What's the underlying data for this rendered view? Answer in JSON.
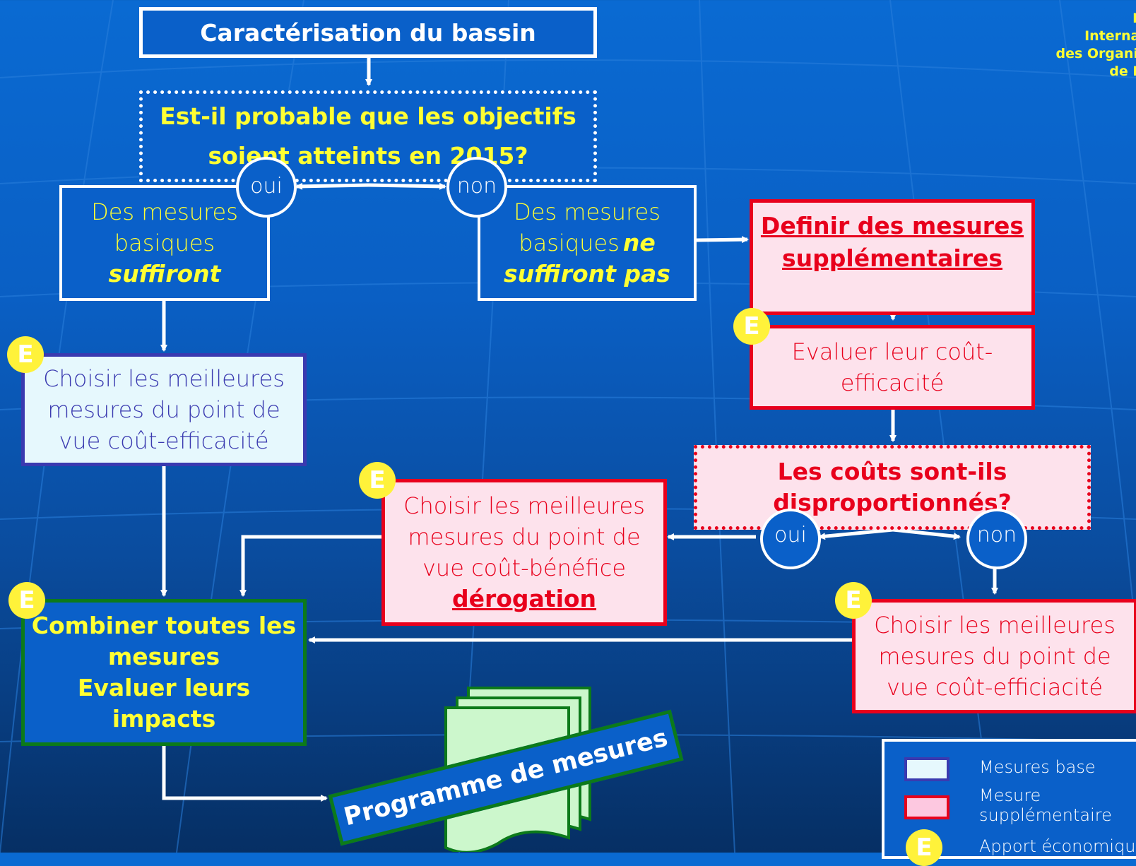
{
  "logo": {
    "line1": "Rés",
    "line2": "Internatio",
    "line3": "des Organism",
    "line4": "de Bas"
  },
  "nodes": {
    "caract": "Caractérisation du bassin",
    "question1": {
      "line1": "Est-il probable que les objectifs",
      "line2": "soient atteints en 2015?"
    },
    "oui1": "oui",
    "non1": "non",
    "basic_ok": {
      "line1": "Des mesures",
      "line2": "basiques",
      "line3": "suffiront"
    },
    "basic_no": {
      "line1": "Des mesures",
      "line2a": "basiques",
      "line2b": "ne",
      "line3": "suffiront pas"
    },
    "definir": {
      "line1": "Definir des mesures",
      "line2": "supplémentaires"
    },
    "evaluer": {
      "line1": "Evaluer leur coût-",
      "line2": "efficacité"
    },
    "choisir_base": {
      "line1": "Choisir les meilleures",
      "line2": "mesures du point de",
      "line3": "vue coût-efficacité"
    },
    "question2": {
      "line1": "Les coûts sont-ils",
      "line2": "disproportionnés?"
    },
    "oui2": "oui",
    "non2": "non",
    "choisir_benefice": {
      "line1": "Choisir les meilleures",
      "line2": "mesures du point de",
      "line3": "vue coût-bénéfice",
      "line4": "dérogation"
    },
    "combiner": {
      "line1": "Combiner toutes les",
      "line2": "mesures",
      "line3": "Evaluer leurs",
      "line4": "impacts"
    },
    "choisir_supp": {
      "line1": "Choisir les meilleures",
      "line2": "mesures du point de",
      "line3": "vue coût-efficiacité"
    },
    "programme": "Programme de mesures"
  },
  "badge_letter": "E",
  "legend": {
    "base": "Mesures base",
    "supp_line1": "Mesure",
    "supp_line2": "supplémentaire",
    "eco": "Apport économique"
  },
  "colors": {
    "background": "#0a5fc4",
    "basic": "#e6f8fd",
    "supplementary": "#fde2ec",
    "border_red": "#e8001c",
    "highlight": "#ffff33"
  }
}
